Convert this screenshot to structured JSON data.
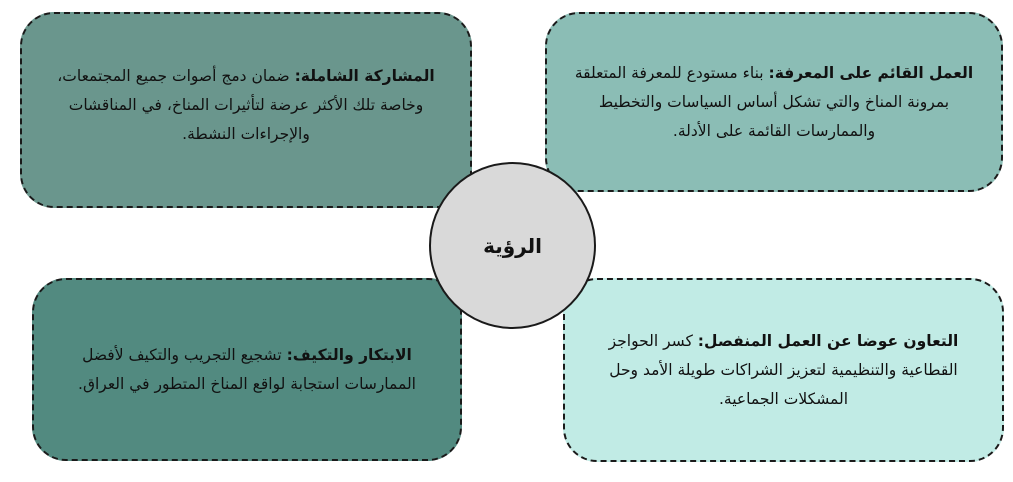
{
  "center": {
    "label": "الرؤية"
  },
  "boxes": {
    "top_left": {
      "title": "المشاركة الشاملة:",
      "text": " ضمان دمج أصوات جميع المجتمعات، وخاصة تلك الأكثر عرضة لتأثيرات المناخ، في المناقشات والإجراءات النشطة.",
      "color": "#6a968d"
    },
    "top_right": {
      "title": "العمل القائم على المعرفة:",
      "text": " بناء مستودع للمعرفة المتعلقة بمرونة المناخ والتي تشكل أساس السياسات والتخطيط والممارسات القائمة على الأدلة.",
      "color": "#8bbdb5"
    },
    "bottom_left": {
      "title": "الابتكار والتكيف:",
      "text": " تشجيع التجريب والتكيف لأفضل الممارسات استجابة لواقع المناخ المتطور في العراق.",
      "color": "#528a80"
    },
    "bottom_right": {
      "title": "التعاون عوضا عن العمل المنفصل:",
      "text": " كسر الحواجز القطاعية والتنظيمية لتعزيز الشراكات طويلة الأمد وحل المشكلات الجماعية.",
      "color": "#c1ebe5"
    }
  }
}
